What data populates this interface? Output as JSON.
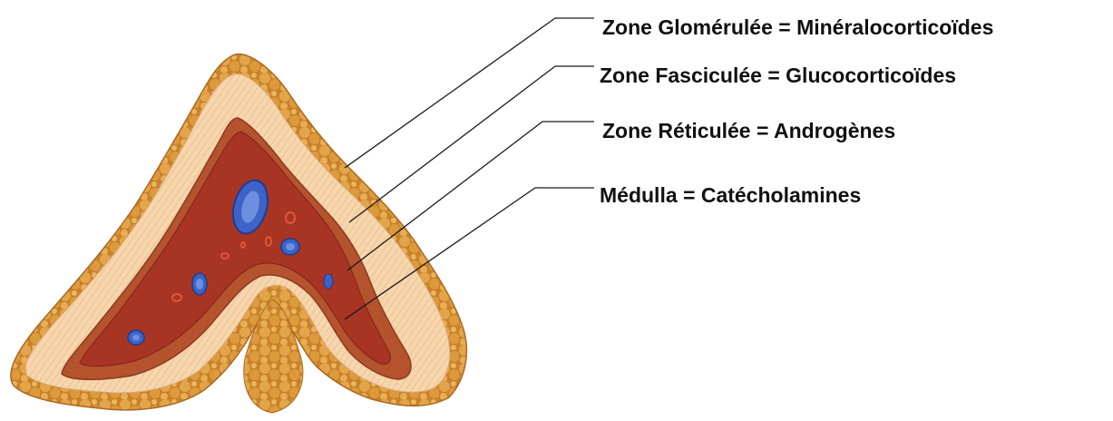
{
  "labels": [
    {
      "text": "Zone Glomérulée = Minéralocorticoïdes"
    },
    {
      "text": "Zone Fasciculée = Glucocorticoïdes"
    },
    {
      "text": "Zone Réticulée = Androgènes"
    },
    {
      "text": "Médulla = Catécholamines"
    }
  ],
  "colors": {
    "glomerulosa_nodules": "#d8922e",
    "fasciculata": "#f6d7b0",
    "reticularis": "#b5532f",
    "medulla": "#a83424",
    "vein": "#3d63c8",
    "artery": "#e0563a",
    "leader_line": "#1a1a1a",
    "text": "#111111"
  }
}
